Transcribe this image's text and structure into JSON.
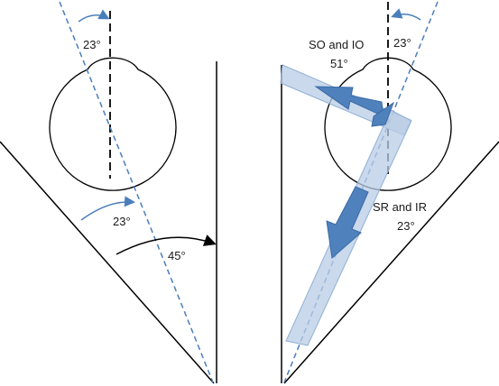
{
  "left_panel": {
    "top_angle_label": "23°",
    "middle_angle_label": "23°",
    "bottom_angle_label": "45°"
  },
  "right_panel": {
    "oblique_label": "SO and IO",
    "oblique_angle_label": "51°",
    "top_angle_label": "23°",
    "rectus_label": "SR and IR",
    "rectus_angle_label": "23°"
  },
  "colors": {
    "line": "#000000",
    "axis": "#4a7ebb",
    "band_fill": "#b8cce4",
    "arrow": "#4f81bd"
  }
}
